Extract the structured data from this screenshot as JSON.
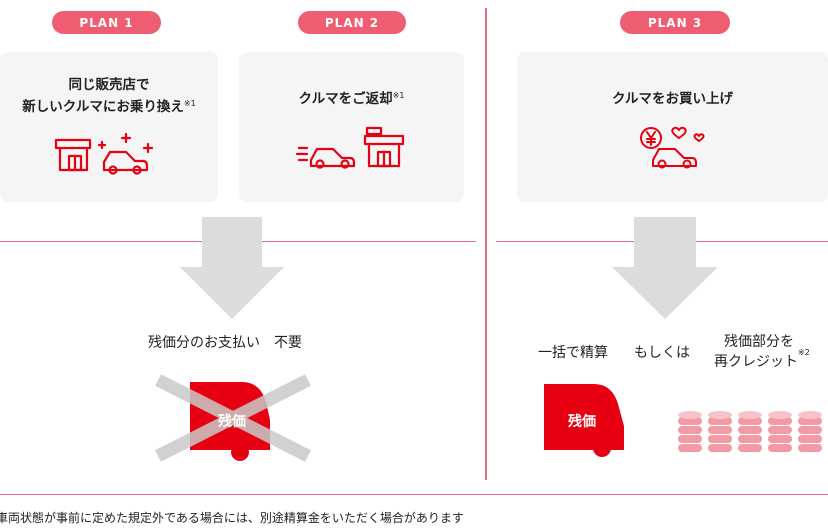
{
  "plans": [
    {
      "badge": "PLAN 1",
      "line1": "同じ販売店で",
      "line2": "新しいクルマにお乗り換え",
      "note": "※1",
      "icon": "store-to-sparkling-car-icon"
    },
    {
      "badge": "PLAN 2",
      "line1": "クルマをご返却",
      "note": "※1",
      "icon": "car-returning-to-store-icon"
    },
    {
      "badge": "PLAN 3",
      "line1": "クルマをお買い上げ",
      "icon": "car-with-yen-and-hearts-icon"
    }
  ],
  "left_result": {
    "text": "残価分のお支払い　不要",
    "truck_label": "残価"
  },
  "right_result": {
    "option1": "一括で精算",
    "or": "もしくは",
    "option2_line1": "残価部分を",
    "option2_line2": "再クレジット",
    "option2_note": "※2",
    "truck_label": "残価"
  },
  "footnote": "車両状態が事前に定めた規定外である場合には、別途精算金をいただく場合があります",
  "colors": {
    "accent": "#e60012",
    "pill": "#ef5d72",
    "arrow": "#dcdcdc",
    "card": "#f5f5f6",
    "coin": "#f29aa5"
  }
}
